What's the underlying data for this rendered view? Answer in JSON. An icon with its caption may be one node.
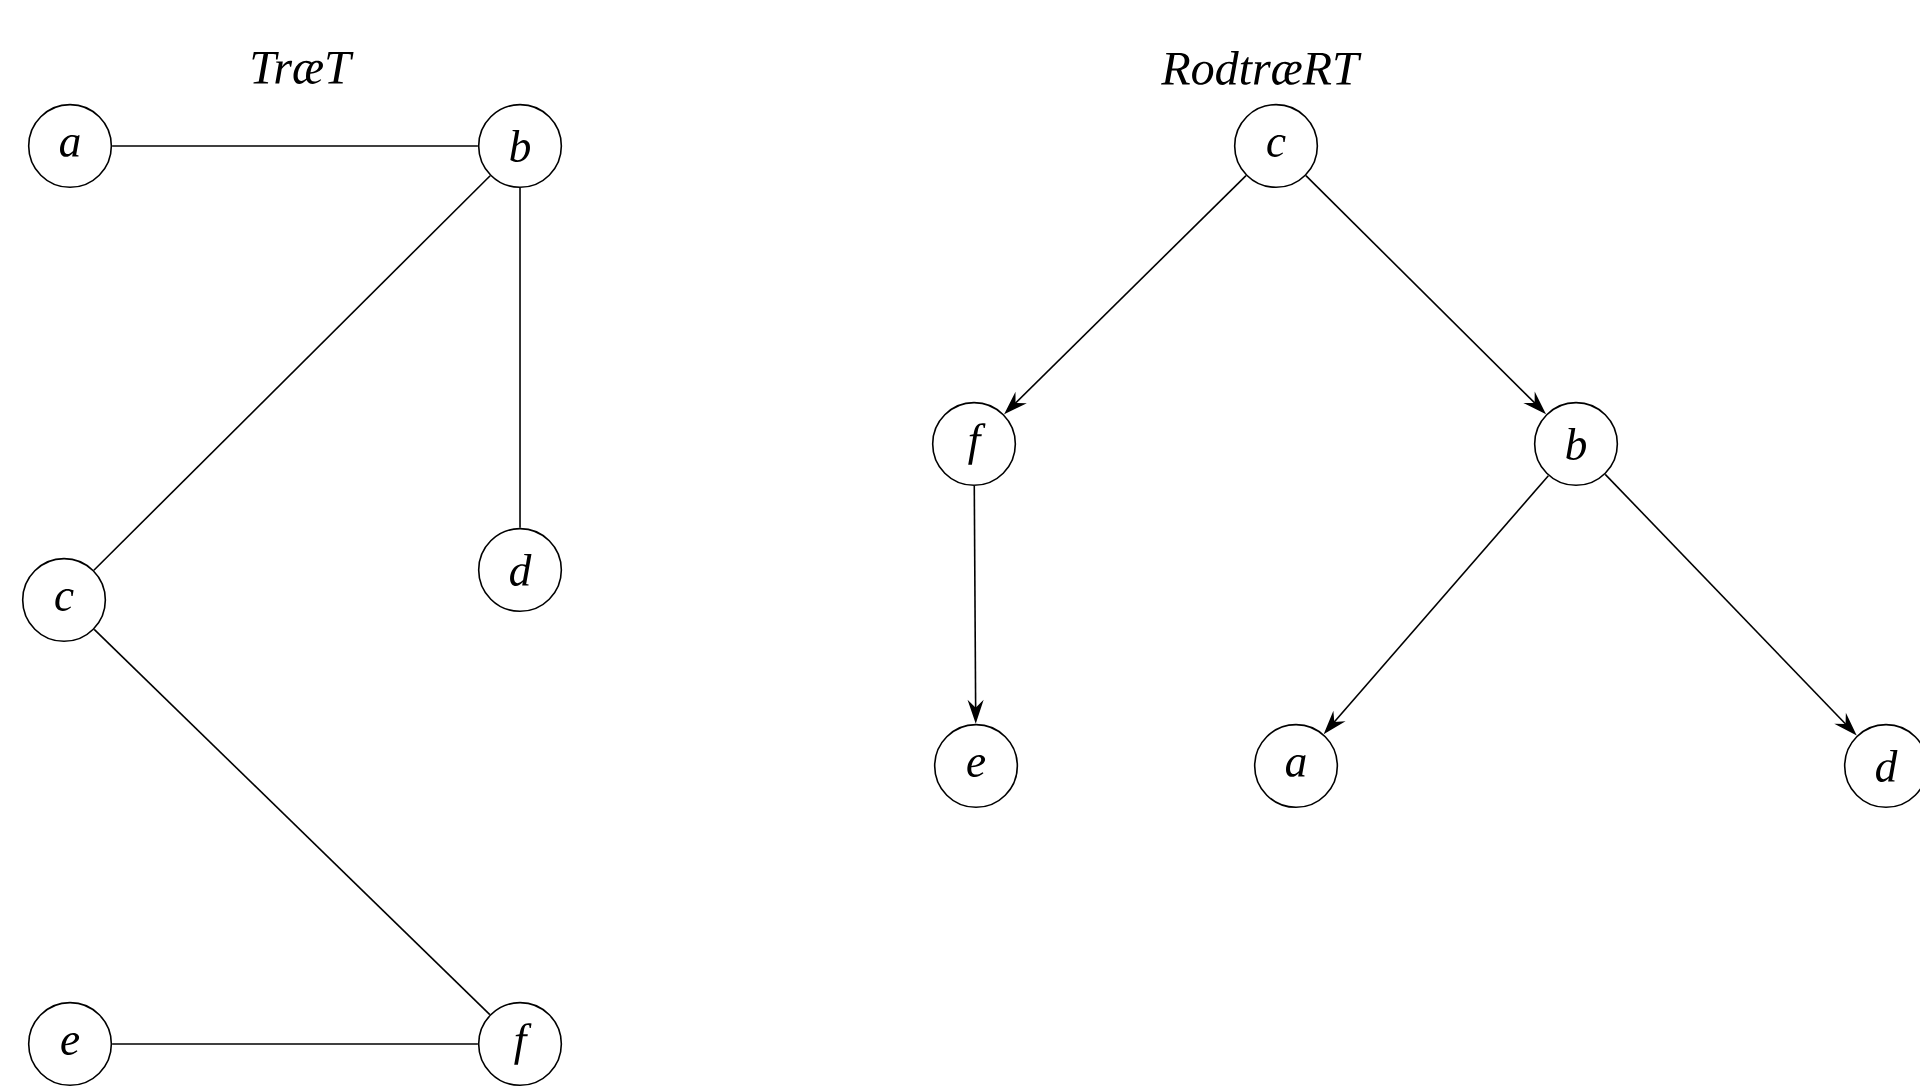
{
  "diagram": {
    "nodes": [
      {
        "text": [
          "a"
        ]
      },
      {
        "text": [
          "b"
        ]
      },
      {
        "text": [
          "c"
        ]
      },
      {
        "text": [
          "d"
        ]
      },
      {
        "text": [
          "e"
        ]
      },
      {
        "text": [
          "f"
        ]
      },
      {
        "text": [
          "c"
        ]
      },
      {
        "text": [
          "f"
        ]
      },
      {
        "text": [
          "b"
        ]
      },
      {
        "text": [
          "e"
        ]
      },
      {
        "text": [
          "a"
        ]
      },
      {
        "text": [
          "d"
        ]
      }
    ],
    "edges": [
      {
        "from": 0,
        "to": 1,
        "arrow": "none"
      },
      {
        "from": 1,
        "to": 2,
        "arrow": "none"
      },
      {
        "from": 1,
        "to": 3,
        "arrow": "none"
      },
      {
        "from": 2,
        "to": 5,
        "arrow": "none"
      },
      {
        "from": 4,
        "to": 5,
        "arrow": "none"
      },
      {
        "from": 6,
        "to": 7,
        "arrow": "to"
      },
      {
        "from": 6,
        "to": 8,
        "arrow": "to"
      },
      {
        "from": 7,
        "to": 9,
        "arrow": "to"
      },
      {
        "from": 8,
        "to": 10,
        "arrow": "to"
      },
      {
        "from": 8,
        "to": 11,
        "arrow": "to"
      }
    ],
    "labels": [
      "TræT",
      "RodtræRT"
    ]
  }
}
